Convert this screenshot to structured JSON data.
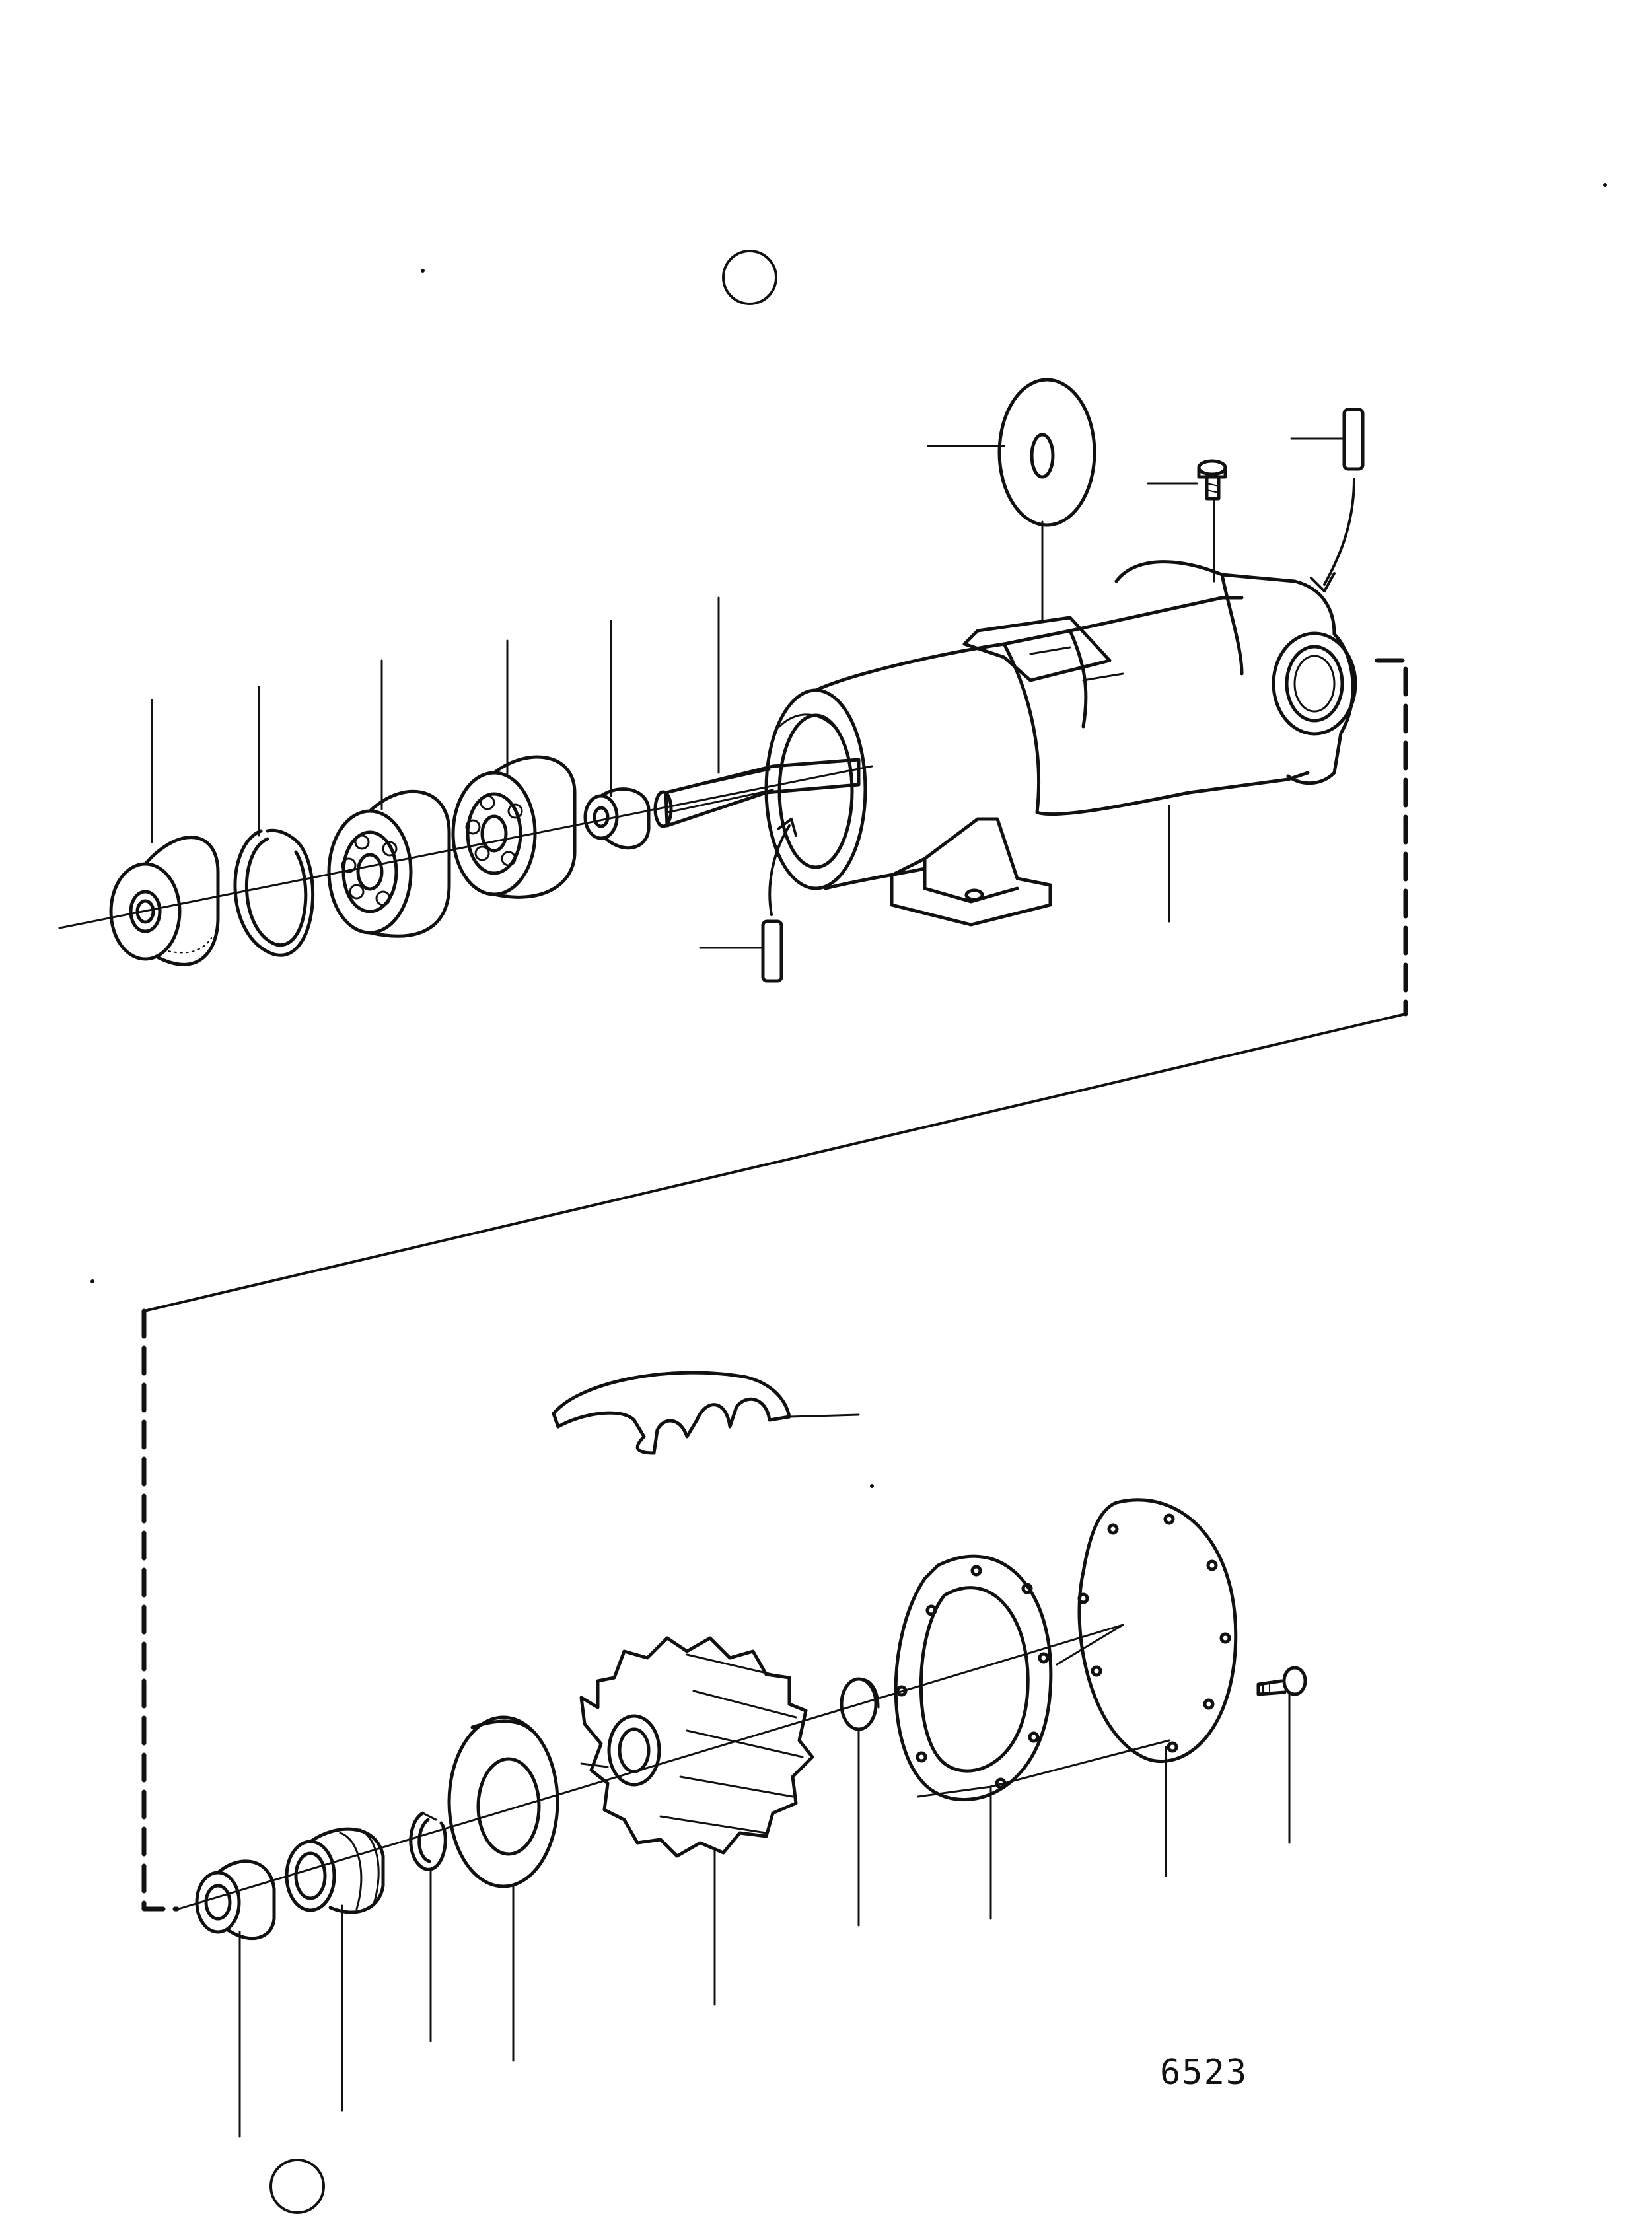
{
  "figure": {
    "number": "6523"
  },
  "colors": {
    "ink": "#111111",
    "paper": "#ffffff"
  },
  "upper_group_parts": [
    "seal-cup",
    "snap-ring",
    "ball-bearing-1",
    "ball-bearing-2",
    "spacer-sleeve",
    "pump-shaft",
    "pump-housing",
    "washer",
    "screw",
    "pin-top",
    "pin-bottom"
  ],
  "lower_group_parts": [
    "cam",
    "seal-cup",
    "shaft-seal",
    "circlip",
    "wear-plate",
    "impeller",
    "plug",
    "gasket",
    "cover",
    "screw"
  ]
}
